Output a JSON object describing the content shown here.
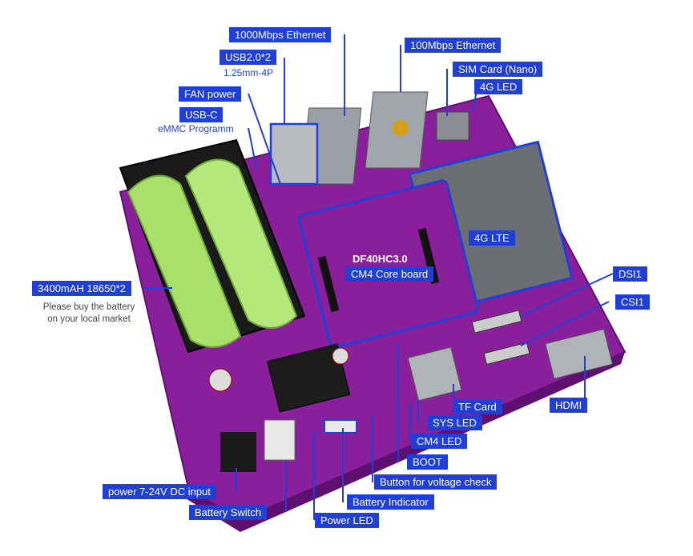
{
  "labels": {
    "eth1000": "1000Mbps Ethernet",
    "usb2": "USB2.0*2",
    "usb2_sub": "1.25mm-4P",
    "fan": "FAN power",
    "usbc": "USB-C",
    "usbc_sub": "eMMC Programm",
    "eth100": "100Mbps Ethernet",
    "sim": "SIM Card (Nano)",
    "led4g": "4G LED",
    "lte": "4G LTE",
    "core_line1": "DF40HC3.0",
    "core_line2": "CM4 Core board",
    "battery": "3400mAH 18650*2",
    "battery_note1": "Please buy the battery",
    "battery_note2": "on your local market",
    "dsi": "DSI1",
    "csi": "CSI1",
    "tf": "TF Card",
    "hdmi": "HDMI",
    "sysled": "SYS LED",
    "cm4led": "CM4 LED",
    "boot": "BOOT",
    "btncheck": "Button for voltage check",
    "batind": "Battery Indicator",
    "power": "power 7-24V DC input",
    "batsw": "Battery Switch",
    "powerled": "Power LED"
  },
  "colors": {
    "label_bg": "#1f3fd6",
    "pcb": "#8a1f9c",
    "battery": "#a8e06a"
  }
}
